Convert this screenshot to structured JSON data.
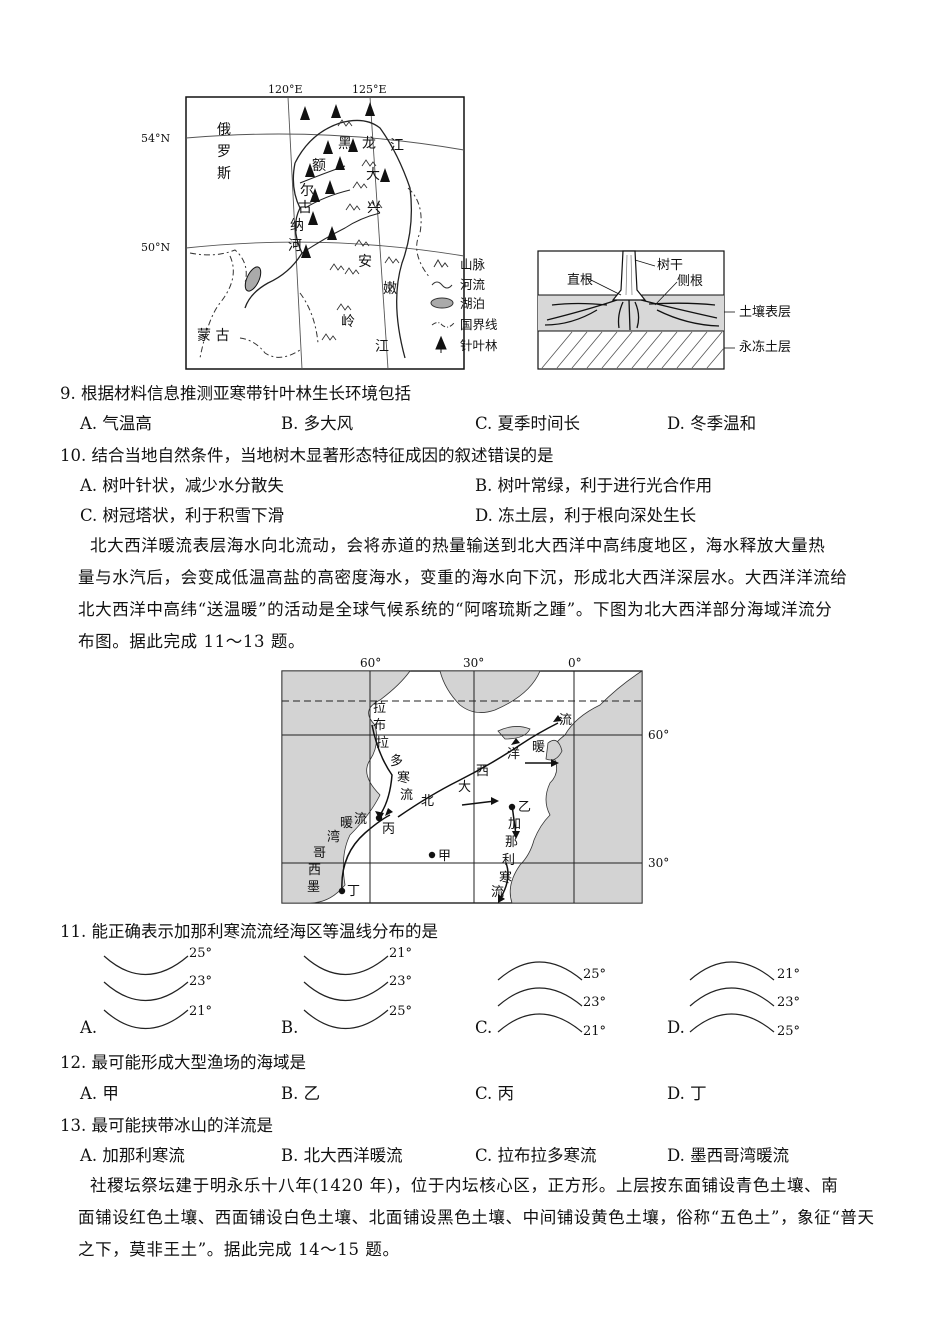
{
  "map1": {
    "lon_labels": [
      "120°E",
      "125°E"
    ],
    "lat_labels": [
      "54°N",
      "50°N"
    ],
    "place_labels": {
      "russia": [
        "俄",
        "罗",
        "斯"
      ],
      "mongolia": "蒙 古",
      "heilongjiang": [
        "黑",
        "龙",
        "江"
      ],
      "ergun": [
        "额",
        "尔",
        "古",
        "纳",
        "河"
      ],
      "daxinganling": [
        "大",
        "兴",
        "安",
        "岭"
      ],
      "nenjiang": [
        "嫩",
        "江"
      ]
    },
    "legend": [
      "山脉",
      "河流",
      "湖泊",
      "国界线",
      "针叶林"
    ]
  },
  "tree_diagram": {
    "labels": {
      "taproot": "直根",
      "trunk": "树干",
      "lateral_root": "侧根",
      "topsoil": "土壤表层",
      "permafrost": "永冻土层"
    }
  },
  "questions": {
    "q9": {
      "stem": "9. 根据材料信息推测亚寒带针叶林生长环境包括",
      "options": [
        "A. 气温高",
        "B. 多大风",
        "C. 夏季时间长",
        "D. 冬季温和"
      ]
    },
    "q10": {
      "stem": "10. 结合当地自然条件，当地树木显著形态特征成因的叙述错误的是",
      "options": [
        "A. 树叶针状，减少水分散失",
        "B. 树叶常绿，利于进行光合作用",
        "C. 树冠塔状，利于积雪下滑",
        "D. 冻土层，利于根向深处生长"
      ]
    },
    "passage1": [
      "北大西洋暖流表层海水向北流动，会将赤道的热量输送到北大西洋中高纬度地区，海水释放大量热",
      "量与水汽后，会变成低温高盐的高密度海水，变重的海水向下沉，形成北大西洋深层水。大西洋洋流给",
      "北大西洋中高纬“送温暖”的活动是全球气候系统的“阿喀琉斯之踵”。下图为北大西洋部分海域洋流分",
      "布图。据此完成 11～13 题。"
    ],
    "q11": {
      "stem": "11. 能正确表示加那利寒流流经海区等温线分布的是",
      "options": [
        {
          "letter": "A.",
          "labels": [
            "25°",
            "23°",
            "21°"
          ]
        },
        {
          "letter": "B.",
          "labels": [
            "21°",
            "23°",
            "25°"
          ]
        },
        {
          "letter": "C.",
          "labels": [
            "25°",
            "23°",
            "21°"
          ]
        },
        {
          "letter": "D.",
          "labels": [
            "21°",
            "23°",
            "25°"
          ]
        }
      ]
    },
    "q12": {
      "stem": "12. 最可能形成大型渔场的海域是",
      "options": [
        "A. 甲",
        "B. 乙",
        "C. 丙",
        "D. 丁"
      ]
    },
    "q13": {
      "stem": "13. 最可能挟带冰山的洋流是",
      "options": [
        "A. 加那利寒流",
        "B. 北大西洋暖流",
        "C. 拉布拉多寒流",
        "D. 墨西哥湾暖流"
      ]
    },
    "passage2": [
      "社稷坛祭坛建于明永乐十八年(1420 年)，位于内坛核心区，正方形。上层按东面铺设青色土壤、南",
      "面铺设红色土壤、西面铺设白色土壤、北面铺设黑色土壤、中间铺设黄色土壤，俗称“五色土”，象征“普天",
      "之下，莫非王土”。据此完成 14～15 题。"
    ]
  },
  "map2": {
    "lon_labels": [
      "60°",
      "30°",
      "0°"
    ],
    "lat_labels": [
      "60°",
      "30°"
    ],
    "points": [
      "甲",
      "乙",
      "丙",
      "丁"
    ],
    "labrador": [
      "拉",
      "布",
      "拉",
      "多",
      "寒",
      "流"
    ],
    "gulf_stream": [
      "墨",
      "西",
      "哥",
      "湾",
      "暖",
      "流"
    ],
    "north_atlantic": [
      "北",
      "大",
      "西",
      "洋",
      "暖",
      "流"
    ],
    "canary": [
      "加",
      "那",
      "利",
      "寒",
      "流"
    ]
  }
}
